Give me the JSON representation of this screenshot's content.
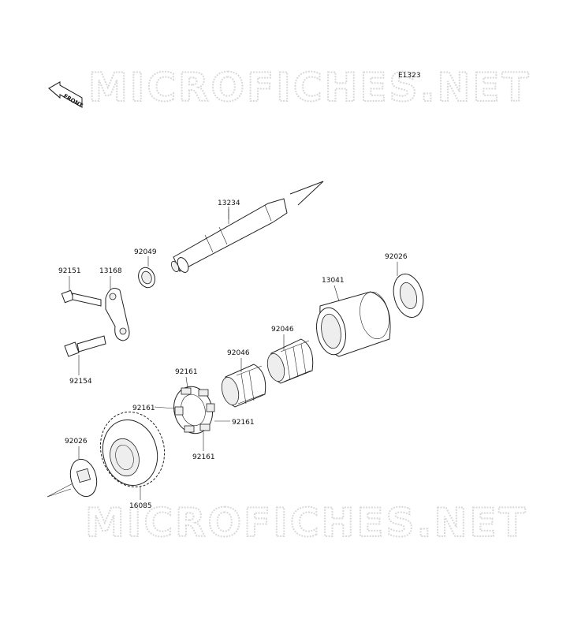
{
  "watermark": {
    "top_text": "MICROFICHES.NET",
    "bottom_text": "MICROFICHES.NET"
  },
  "diagram_code": "E1323",
  "front_indicator": {
    "label": "FRONT",
    "icon": "front-arrow-icon"
  },
  "parts": {
    "p13234": "13234",
    "p92049": "92049",
    "p92151": "92151",
    "p13168": "13168",
    "p92154": "92154",
    "p92026_top": "92026",
    "p13041": "13041",
    "p92046_a": "92046",
    "p92046_b": "92046",
    "p92161_top": "92161",
    "p92161_left": "92161",
    "p92161_right": "92161",
    "p92161_bottom": "92161",
    "p92026_bottom": "92026",
    "p16085": "16085"
  }
}
